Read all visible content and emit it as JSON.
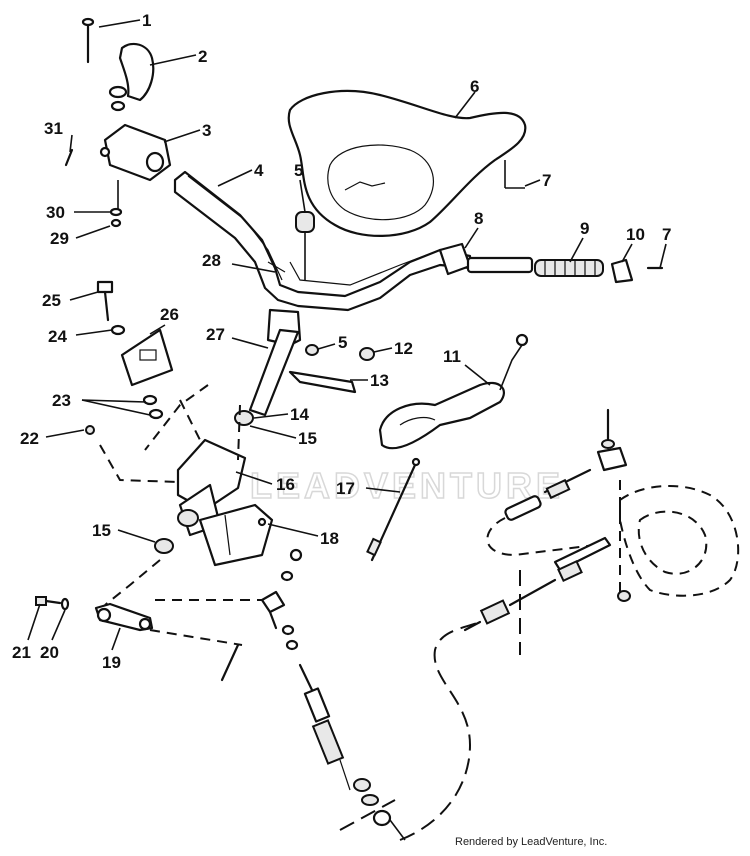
{
  "callouts": [
    "1",
    "2",
    "3",
    "4",
    "5",
    "6",
    "7",
    "8",
    "9",
    "10",
    "7",
    "31",
    "30",
    "29",
    "28",
    "5",
    "12",
    "11",
    "25",
    "26",
    "24",
    "27",
    "13",
    "23",
    "14",
    "22",
    "15",
    "16",
    "17",
    "15",
    "18",
    "21",
    "20",
    "19"
  ],
  "watermark": "LEADVENTURE",
  "credit": "Rendered by LeadVenture, Inc."
}
